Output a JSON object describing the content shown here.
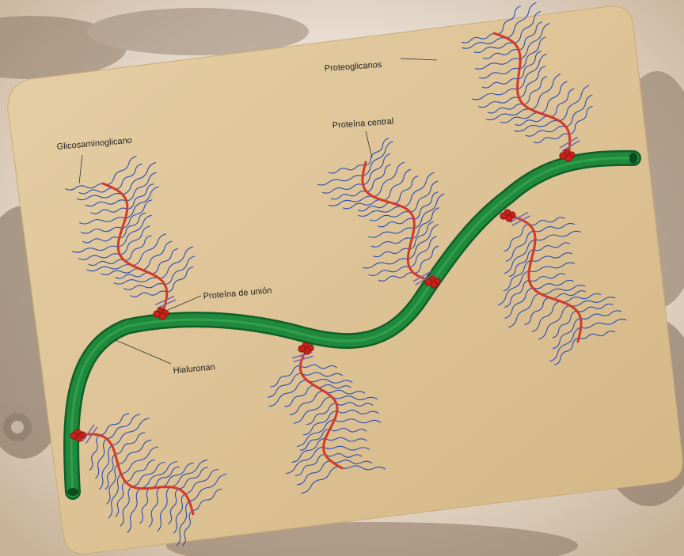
{
  "labels": {
    "proteoglycans": "Proteoglicanos",
    "glycosaminoglycan": "Glicosaminoglicano",
    "core_protein": "Proteína central",
    "link_protein": "Proteína de unión",
    "hyaluronan": "Hialuronan"
  },
  "colors": {
    "panel": "#dcc295",
    "hyaluronan": "#1f8a3c",
    "core_protein": "#d23a2a",
    "gag": "#2b4fb3",
    "link": "#7a6aa8",
    "background": "#e9dfd6"
  }
}
